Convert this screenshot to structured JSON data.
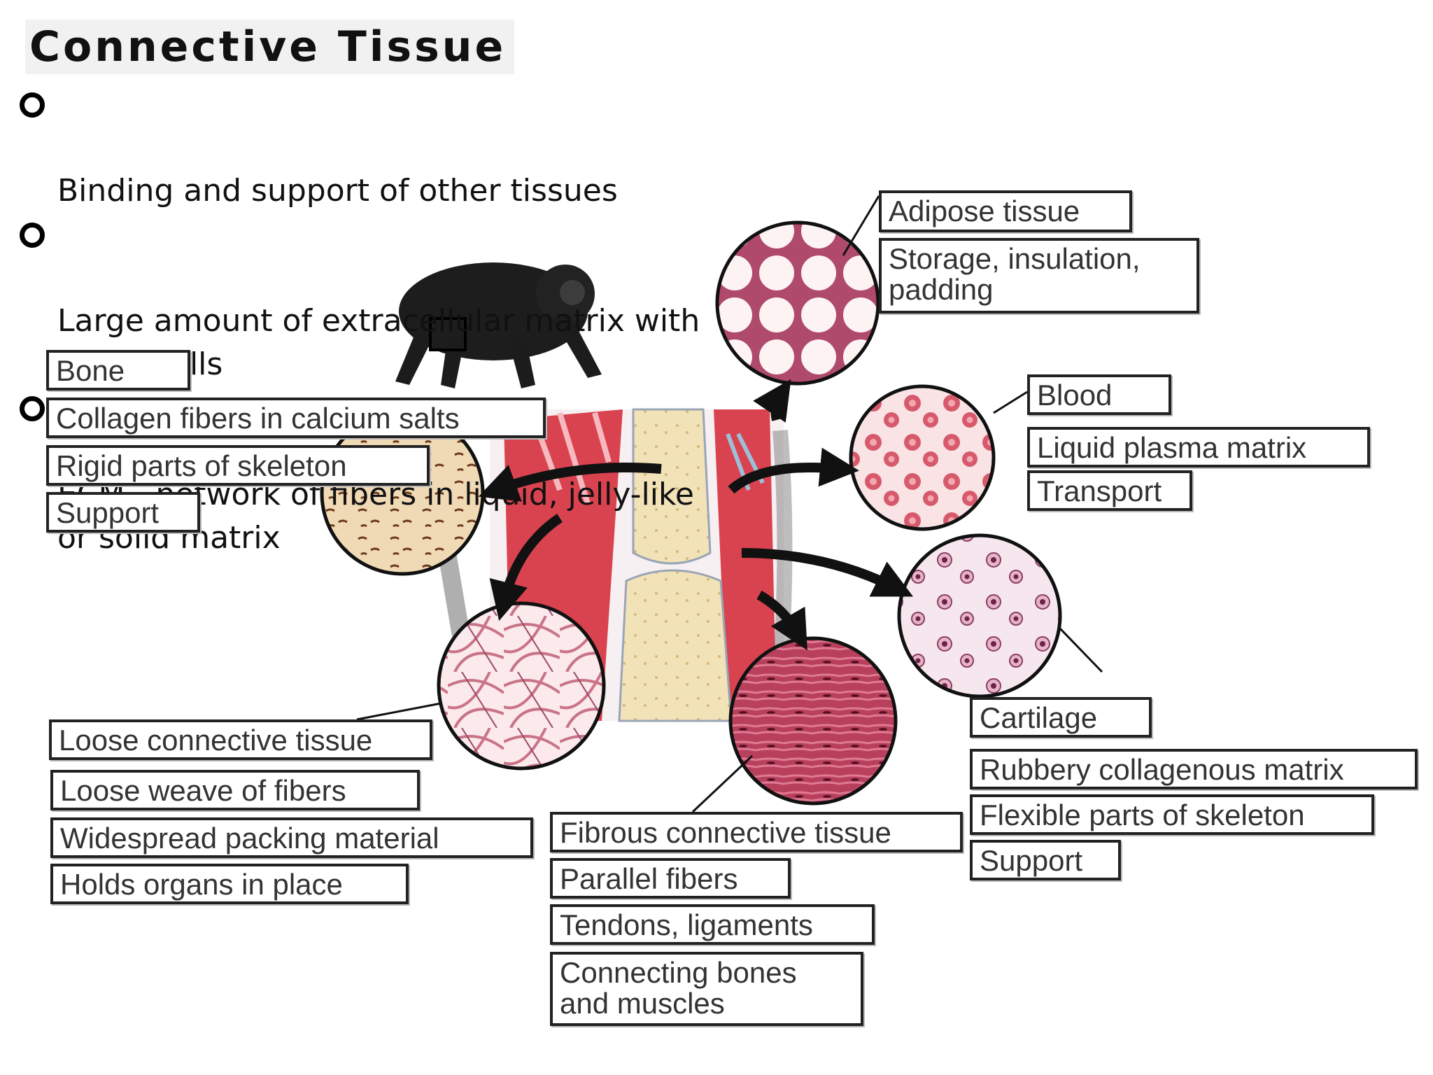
{
  "title": "Connective Tissue",
  "bullets": [
    "Binding and support  of other tissues",
    "Large amount of extracellular matrix with\nfewer cells",
    "ECM - network of fibers in liquid, jelly-like\nor solid matrix"
  ],
  "bone": {
    "name": "Bone",
    "matrix": "Collagen fibers in calcium salts",
    "location": "Rigid parts of skeleton",
    "function": "Support"
  },
  "adipose": {
    "name": "Adipose tissue",
    "function": "Storage, insulation,\npadding"
  },
  "blood": {
    "name": "Blood",
    "matrix": "Liquid plasma matrix",
    "function": "Transport"
  },
  "cartilage": {
    "name": "Cartilage",
    "matrix": "Rubbery collagenous matrix",
    "location": "Flexible parts of skeleton",
    "function": "Support"
  },
  "loose": {
    "name": "Loose connective tissue",
    "matrix": "Loose weave of fibers",
    "location": "Widespread packing material",
    "function": "Holds organs in place"
  },
  "fibrous": {
    "name": "Fibrous connective tissue",
    "matrix": "Parallel fibers",
    "location": "Tendons, ligaments",
    "function": "Connecting bones\nand muscles"
  },
  "colors": {
    "muscle": "#d9434f",
    "bone": "#f1dfb0",
    "tissue_pink": "#c75b78",
    "fibrous": "#b8405c",
    "arrow": "#111111"
  }
}
